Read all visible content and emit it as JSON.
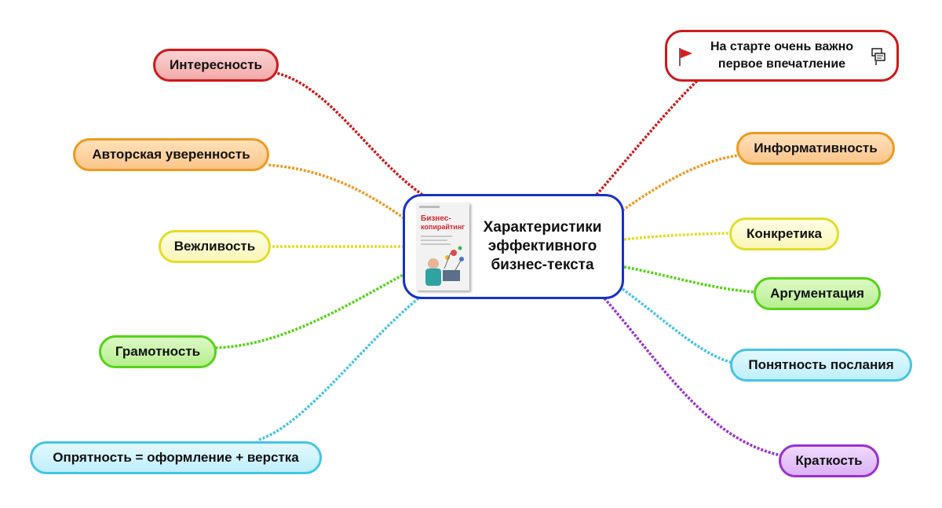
{
  "central": {
    "title_lines": [
      "Характеристики",
      "эффективного",
      "бизнес-текста"
    ],
    "book_title_line1": "Бизнес-",
    "book_title_line2": "копирайтинг"
  },
  "left": [
    {
      "label": "Интересность"
    },
    {
      "label": "Авторская уверенность"
    },
    {
      "label": "Вежливость"
    },
    {
      "label": "Грамотность"
    },
    {
      "label": "Опрятность = оформление + верстка"
    }
  ],
  "right": [
    {
      "label_lines": [
        "На старте очень важно",
        "первое впечатление"
      ],
      "icons": [
        "flag-icon",
        "note-icon"
      ]
    },
    {
      "label": "Информативность"
    },
    {
      "label": "Конкретика"
    },
    {
      "label": "Аргументация"
    },
    {
      "label": "Понятность послания"
    },
    {
      "label": "Краткость"
    }
  ],
  "colors": {
    "red": "#d01818",
    "orange": "#ef9a1e",
    "yellow": "#e4dc28",
    "green": "#55d418",
    "cyan": "#46c3e6",
    "purple": "#9a30d4",
    "central_border": "#1633c9"
  }
}
